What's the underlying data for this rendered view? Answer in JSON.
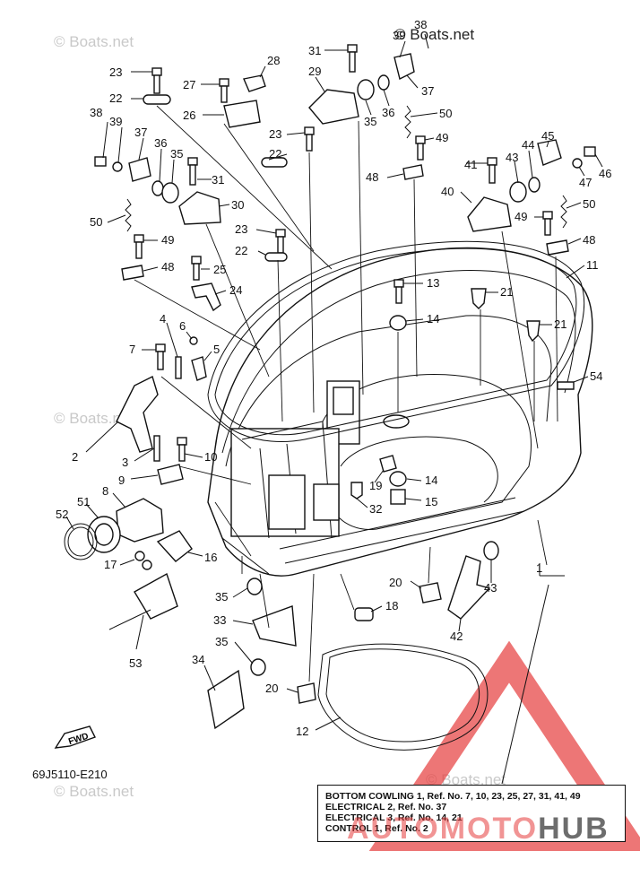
{
  "watermark": {
    "text": "© Boats.net"
  },
  "figure_code": "69J5110-E210",
  "fwd_label": "FWD",
  "legend": {
    "lines": [
      "BOTTOM COWLING 1, Ref. No. 7, 10, 23, 25, 27, 31, 41, 49",
      "ELECTRICAL 2, Ref. No. 37",
      "ELECTRICAL 3, Ref. No. 14, 21",
      "CONTROL 1, Ref. No. 2"
    ]
  },
  "brand": {
    "part1": "AUTOMOTO",
    "part2": "HUB"
  },
  "colors": {
    "brand_red": "#e63c3c",
    "brand_gray": "#3c3c3c",
    "watermark": "#c9c9c9"
  },
  "callouts": [
    {
      "n": "23"
    },
    {
      "n": "22"
    },
    {
      "n": "27"
    },
    {
      "n": "28"
    },
    {
      "n": "26"
    },
    {
      "n": "31"
    },
    {
      "n": "29"
    },
    {
      "n": "38"
    },
    {
      "n": "39"
    },
    {
      "n": "37"
    },
    {
      "n": "36"
    },
    {
      "n": "35"
    },
    {
      "n": "50"
    },
    {
      "n": "49"
    },
    {
      "n": "48"
    },
    {
      "n": "23"
    },
    {
      "n": "22"
    },
    {
      "n": "38"
    },
    {
      "n": "39"
    },
    {
      "n": "37"
    },
    {
      "n": "36"
    },
    {
      "n": "35"
    },
    {
      "n": "31"
    },
    {
      "n": "30"
    },
    {
      "n": "50"
    },
    {
      "n": "49"
    },
    {
      "n": "48"
    },
    {
      "n": "25"
    },
    {
      "n": "24"
    },
    {
      "n": "23"
    },
    {
      "n": "22"
    },
    {
      "n": "45"
    },
    {
      "n": "44"
    },
    {
      "n": "43"
    },
    {
      "n": "41"
    },
    {
      "n": "46"
    },
    {
      "n": "47"
    },
    {
      "n": "40"
    },
    {
      "n": "50"
    },
    {
      "n": "49"
    },
    {
      "n": "48"
    },
    {
      "n": "11"
    },
    {
      "n": "13"
    },
    {
      "n": "21"
    },
    {
      "n": "14"
    },
    {
      "n": "21"
    },
    {
      "n": "54"
    },
    {
      "n": "4"
    },
    {
      "n": "6"
    },
    {
      "n": "7"
    },
    {
      "n": "5"
    },
    {
      "n": "2"
    },
    {
      "n": "3"
    },
    {
      "n": "10"
    },
    {
      "n": "9"
    },
    {
      "n": "8"
    },
    {
      "n": "51"
    },
    {
      "n": "52"
    },
    {
      "n": "19"
    },
    {
      "n": "14"
    },
    {
      "n": "15"
    },
    {
      "n": "32"
    },
    {
      "n": "16"
    },
    {
      "n": "17"
    },
    {
      "n": "1"
    },
    {
      "n": "43"
    },
    {
      "n": "20"
    },
    {
      "n": "18"
    },
    {
      "n": "42"
    },
    {
      "n": "35"
    },
    {
      "n": "33"
    },
    {
      "n": "53"
    },
    {
      "n": "35"
    },
    {
      "n": "34"
    },
    {
      "n": "20"
    },
    {
      "n": "12"
    }
  ]
}
